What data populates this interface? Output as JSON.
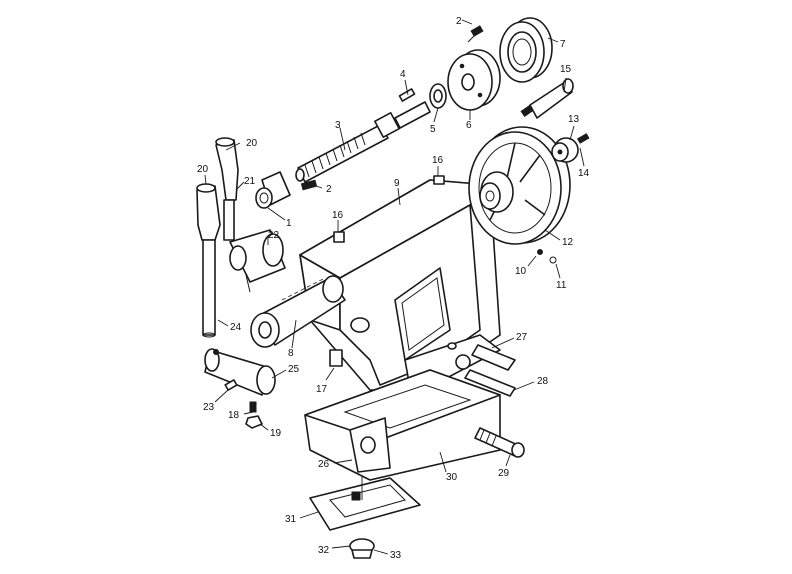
{
  "callouts": {
    "c1": "1",
    "c2a": "2",
    "c2b": "2",
    "c3": "3",
    "c4": "4",
    "c5": "5",
    "c6": "6",
    "c7": "7",
    "c8": "8",
    "c9": "9",
    "c10": "10",
    "c11": "11",
    "c12": "12",
    "c13": "13",
    "c14": "14",
    "c15": "15",
    "c16a": "16",
    "c16b": "16",
    "c17": "17",
    "c18": "18",
    "c19": "19",
    "c20a": "20",
    "c20b": "20",
    "c21": "21",
    "c22": "22",
    "c23": "23",
    "c24": "24",
    "c25": "25",
    "c26": "26",
    "c27": "27",
    "c28": "28",
    "c29": "29",
    "c30": "30",
    "c31": "31",
    "c32": "32",
    "c33": "33"
  }
}
